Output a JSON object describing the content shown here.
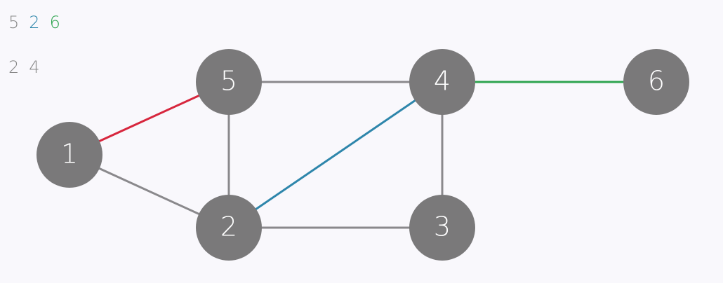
{
  "sequences": [
    {
      "items": [
        {
          "text": "5",
          "color": "#888888"
        },
        {
          "text": "2",
          "color": "#2e86ab"
        },
        {
          "text": "6",
          "color": "#2ea44f"
        }
      ]
    },
    {
      "items": [
        {
          "text": "2",
          "color": "#888888"
        },
        {
          "text": "4",
          "color": "#888888"
        }
      ]
    }
  ],
  "graph": {
    "node_color": "#7a797a",
    "nodes": [
      {
        "id": "1",
        "label": "1"
      },
      {
        "id": "2",
        "label": "2"
      },
      {
        "id": "3",
        "label": "3"
      },
      {
        "id": "4",
        "label": "4"
      },
      {
        "id": "5",
        "label": "5"
      },
      {
        "id": "6",
        "label": "6"
      }
    ],
    "edges": [
      {
        "from": "1",
        "to": "5",
        "color": "#d7263d"
      },
      {
        "from": "1",
        "to": "2",
        "color": "#8a898c"
      },
      {
        "from": "5",
        "to": "2",
        "color": "#8a898c"
      },
      {
        "from": "5",
        "to": "4",
        "color": "#8a898c"
      },
      {
        "from": "2",
        "to": "4",
        "color": "#2e86ab"
      },
      {
        "from": "2",
        "to": "3",
        "color": "#8a898c"
      },
      {
        "from": "4",
        "to": "3",
        "color": "#8a898c"
      },
      {
        "from": "4",
        "to": "6",
        "color": "#2ea44f"
      }
    ]
  }
}
